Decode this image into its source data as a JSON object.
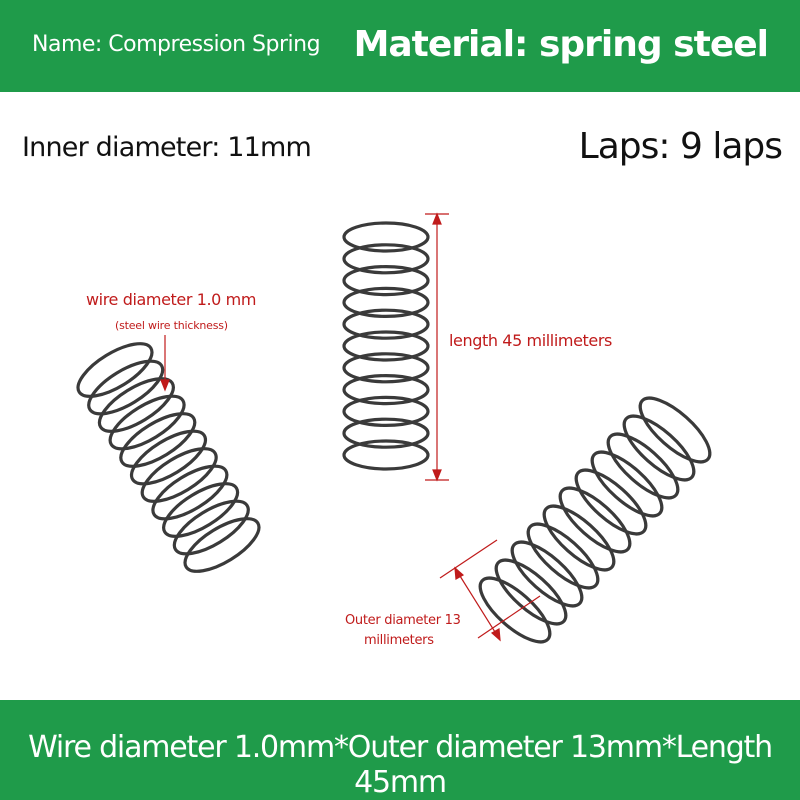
{
  "header": {
    "name": "Name: Compression Spring",
    "material": "Material: spring steel"
  },
  "specs": {
    "inner_diameter": "Inner diameter: 11mm",
    "laps": "Laps: 9 laps"
  },
  "annotations": {
    "wire_diameter": "wire diameter 1.0 mm",
    "wire_thickness": "(steel wire thickness)",
    "length": "length 45 millimeters",
    "outer_diameter_line1": "Outer diameter 13",
    "outer_diameter_line2": "millimeters"
  },
  "footer": {
    "summary": "Wire diameter 1.0mm*Outer diameter 13mm*Length 45mm"
  },
  "colors": {
    "band": "#1f9b4a",
    "annotation": "#c01b1b",
    "spring": "#3a3a3a"
  }
}
